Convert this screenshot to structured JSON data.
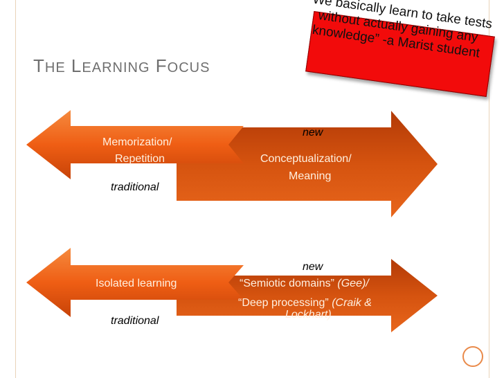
{
  "title": {
    "first_cap": "T",
    "first_rest": "HE",
    "second_cap": "L",
    "second_rest": "EARNING",
    "third_cap": "F",
    "third_rest": "OCUS"
  },
  "quote": {
    "text": "“We basically learn to take tests without actually gaining any knowledge”  -a Marist student"
  },
  "arrow1": {
    "left_line1": "Memorization/",
    "left_line2": "Repetition",
    "left_tag": "traditional",
    "right_tag": "new",
    "right_line1": "Conceptualization/",
    "right_line2": "Meaning"
  },
  "arrow2": {
    "left_line1": "Isolated learning",
    "left_tag": "traditional",
    "right_tag": "new",
    "right_a_text": "“Semiotic domains”",
    "right_a_cite": "(Gee)/",
    "right_b_text": "“Deep processing”",
    "right_b_cite": "(Craik &",
    "right_b_cite2": "Lockhart)"
  },
  "colors": {
    "arrow_dark": "#b53d08",
    "arrow_light": "#f26a1d",
    "title": "#6f6f6f",
    "quote_bg": "#f20b0b"
  }
}
